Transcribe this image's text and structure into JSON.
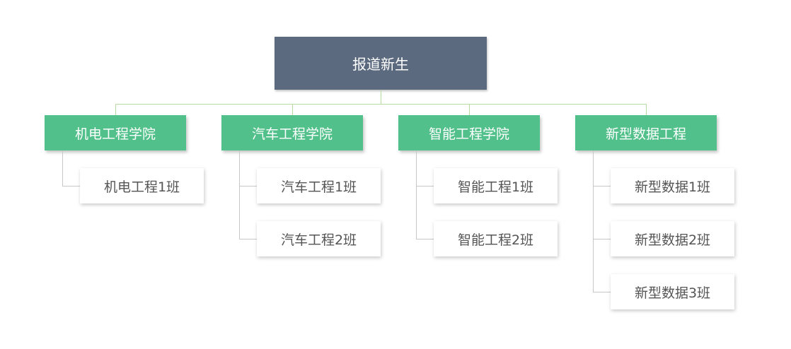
{
  "root": {
    "label": "报道新生"
  },
  "departments": [
    {
      "label": "机电工程学院",
      "classes": [
        "机电工程1班"
      ]
    },
    {
      "label": "汽车工程学院",
      "classes": [
        "汽车工程1班",
        "汽车工程2班"
      ]
    },
    {
      "label": "智能工程学院",
      "classes": [
        "智能工程1班",
        "智能工程2班"
      ]
    },
    {
      "label": "新型数据工程",
      "classes": [
        "新型数据1班",
        "新型数据2班",
        "新型数据3班"
      ]
    }
  ],
  "colors": {
    "root_fill": "#5c6a7f",
    "department_fill": "#52c08a",
    "class_fill": "#ffffff",
    "root_connector": "#b7dca3",
    "branch_connector": "#c7c7c7"
  }
}
